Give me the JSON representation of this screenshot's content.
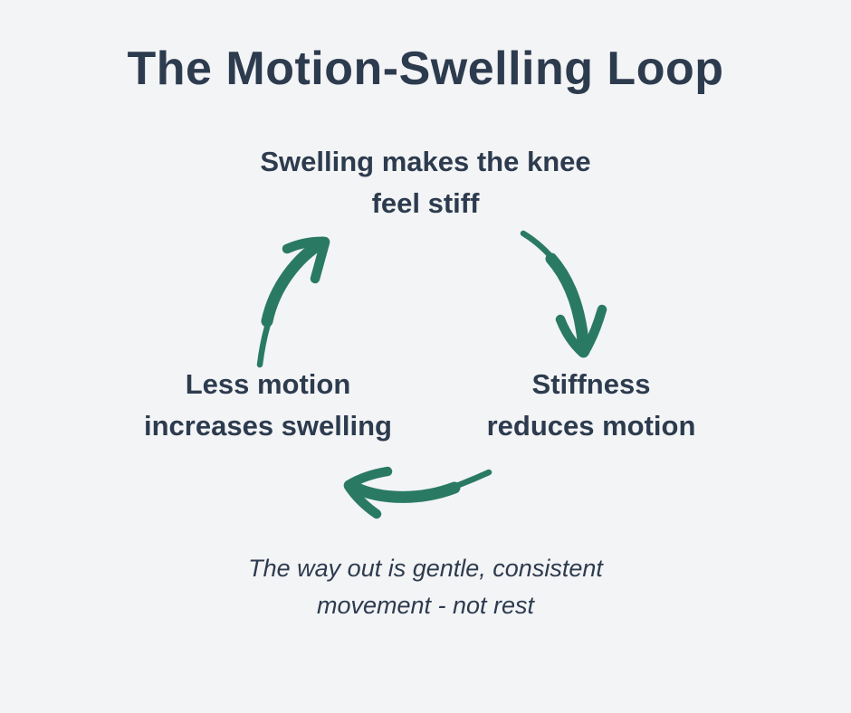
{
  "title": "The Motion-Swelling Loop",
  "colors": {
    "background": "#f3f4f6",
    "text": "#2d3b4e",
    "arrow": "#2a7a63"
  },
  "cycle": {
    "top_node": {
      "line1": "Swelling makes the knee",
      "line2": "feel stiff"
    },
    "right_node": {
      "line1": "Stiffness",
      "line2": "reduces motion"
    },
    "left_node": {
      "line1": "Less motion",
      "line2": "increases swelling"
    },
    "arrows": [
      "swelling-to-stiffness",
      "stiffness-to-less-motion",
      "less-motion-to-swelling"
    ]
  },
  "note": {
    "line1": "The way out is gentle, consistent",
    "line2": "movement - not rest"
  }
}
